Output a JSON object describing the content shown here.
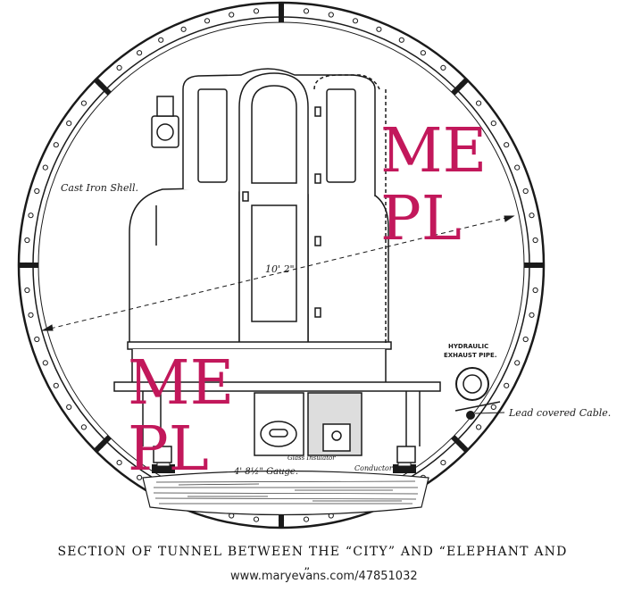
{
  "labels": {
    "shell": "Cast Iron Shell.",
    "width": "10' 2\"",
    "pipe_line1": "HYDRAULIC",
    "pipe_line2": "EXHAUST PIPE.",
    "cable": "Lead covered Cable.",
    "gauge": "4' 8½\" Gauge.",
    "insulator": "Glass Insulator",
    "conductor": "Conductor"
  },
  "watermark": {
    "line1": "ME",
    "line2": "PL",
    "color": "#c2185b"
  },
  "caption": {
    "line1": "SECTION OF TUNNEL BETWEEN THE “CITY” AND “ELEPHANT AND",
    "line2": "”."
  },
  "credit": "www.maryevans.com/47851032"
}
